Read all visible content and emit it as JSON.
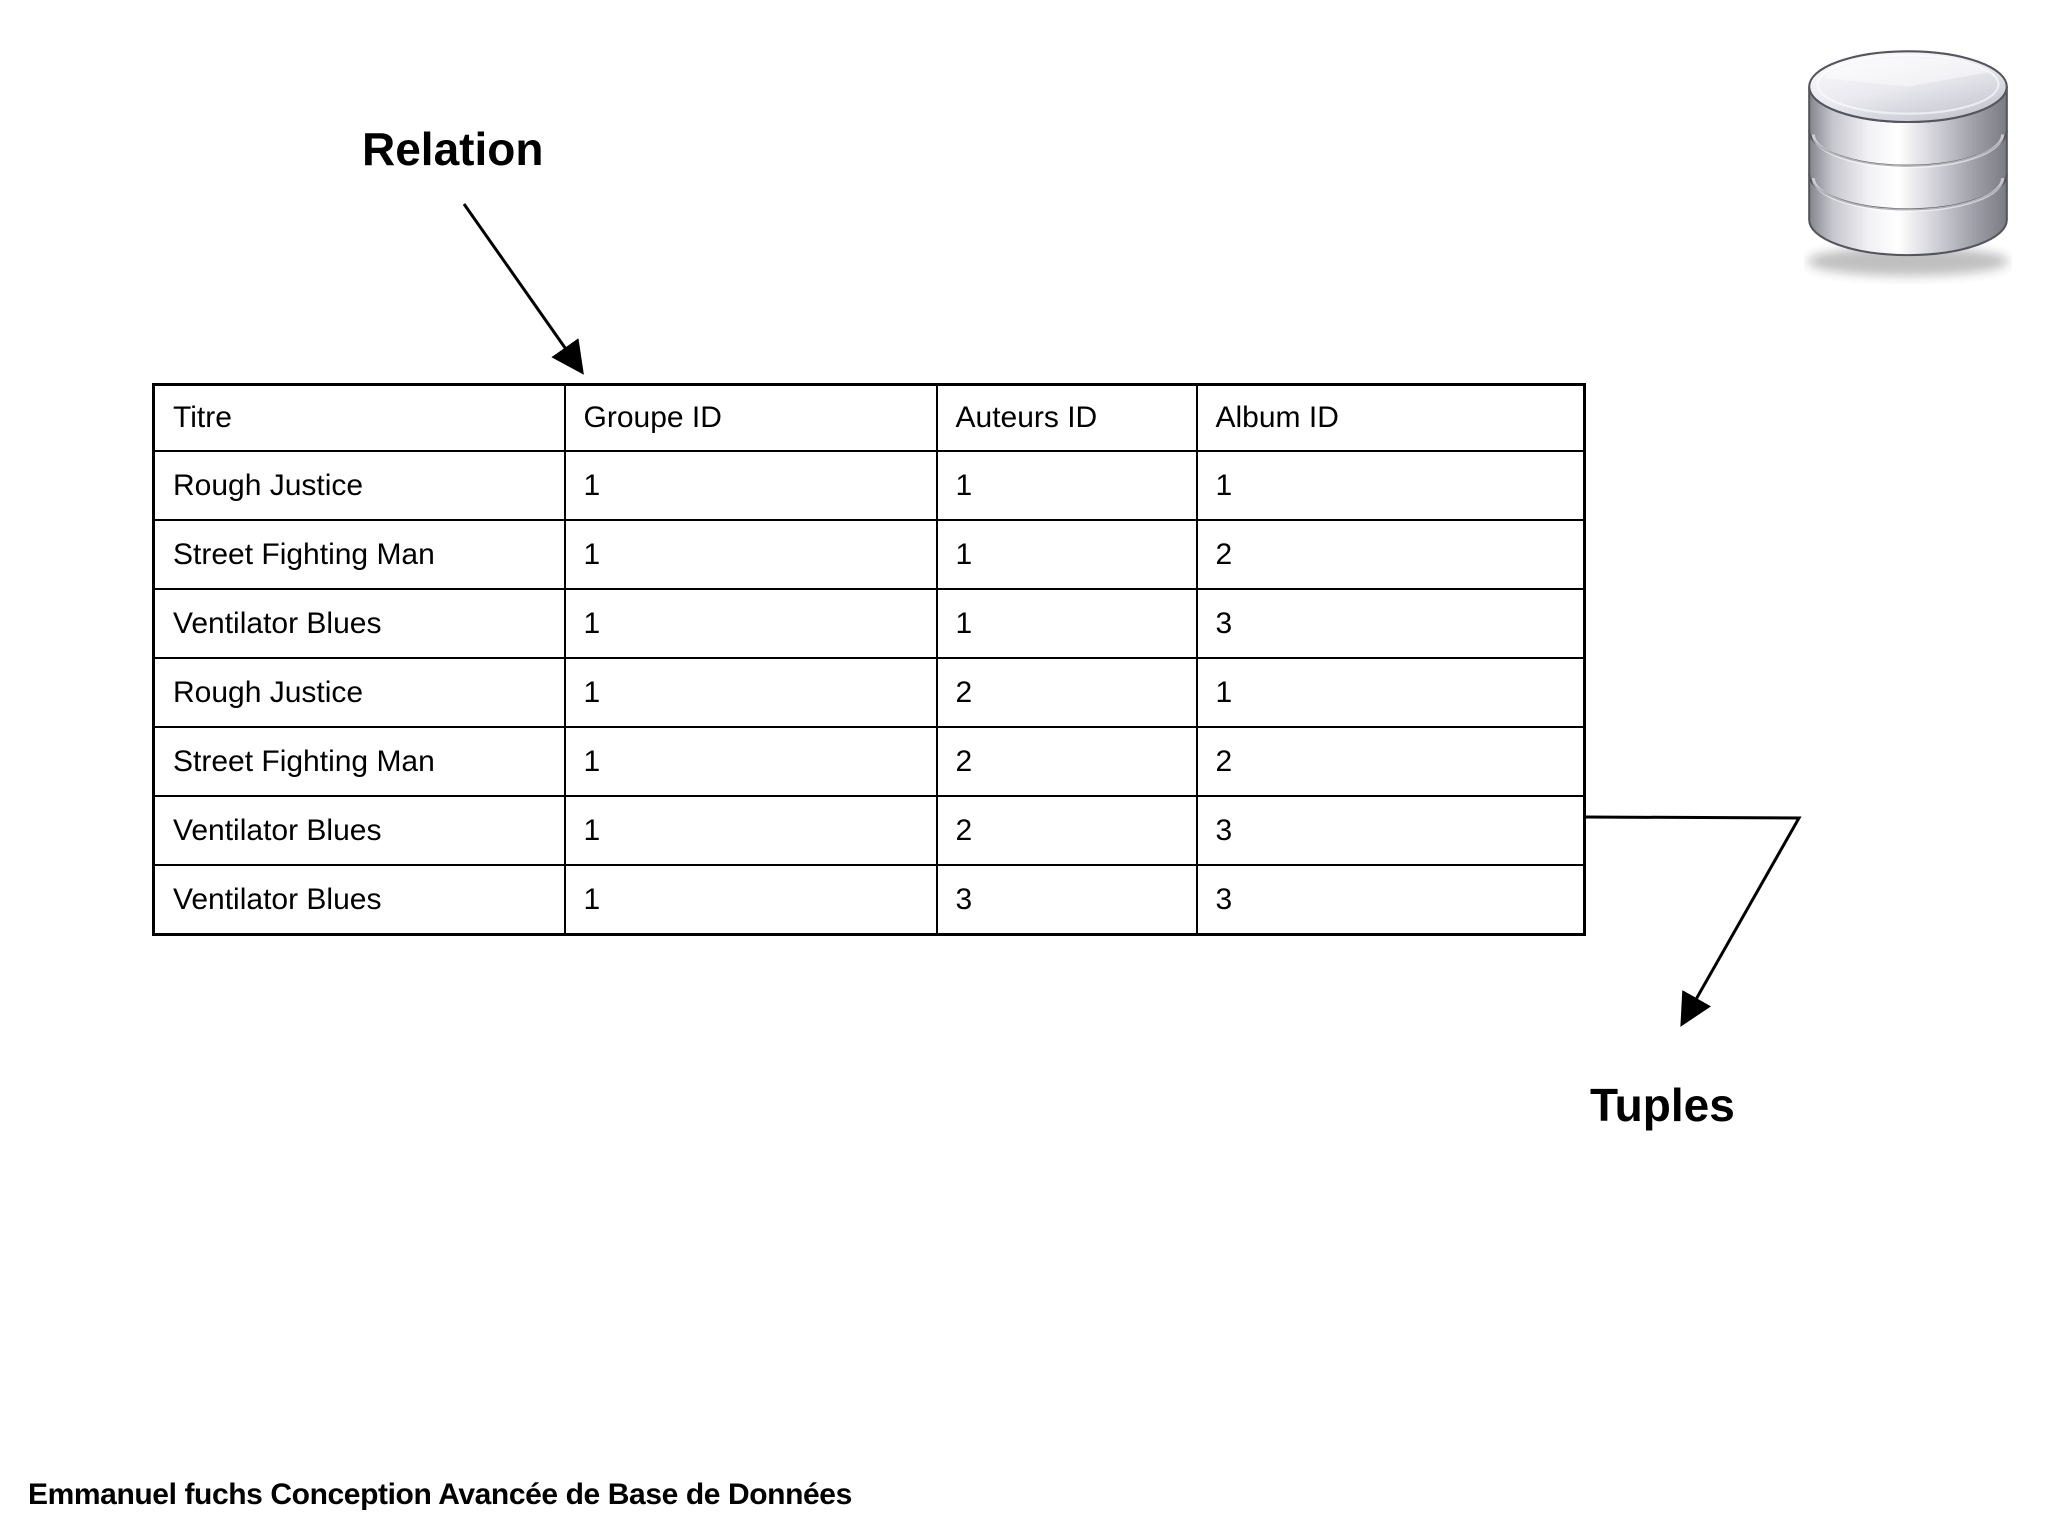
{
  "annotations": {
    "relation_label": "Relation",
    "tuples_label": "Tuples"
  },
  "table": {
    "columns": [
      "Titre",
      "Groupe ID",
      "Auteurs ID",
      "Album ID"
    ],
    "rows": [
      [
        "Rough Justice",
        "1",
        "1",
        "1"
      ],
      [
        "Street Fighting Man",
        "1",
        "1",
        "2"
      ],
      [
        "Ventilator Blues",
        "1",
        "1",
        "3"
      ],
      [
        "Rough Justice",
        "1",
        "2",
        "1"
      ],
      [
        "Street Fighting Man",
        "1",
        "2",
        "2"
      ],
      [
        "Ventilator Blues",
        "1",
        "2",
        "3"
      ],
      [
        "Ventilator Blues",
        "1",
        "3",
        "3"
      ]
    ]
  },
  "footer": {
    "credit": "Emmanuel fuchs Conception Avancée de Base de Données"
  },
  "icons": {
    "database": "database-icon"
  },
  "colors": {
    "background": "#ffffff",
    "text": "#000000",
    "table_border": "#000000",
    "arrow": "#000000",
    "icon_silver_light": "#f4f4f8",
    "icon_silver_dark": "#84848c"
  }
}
